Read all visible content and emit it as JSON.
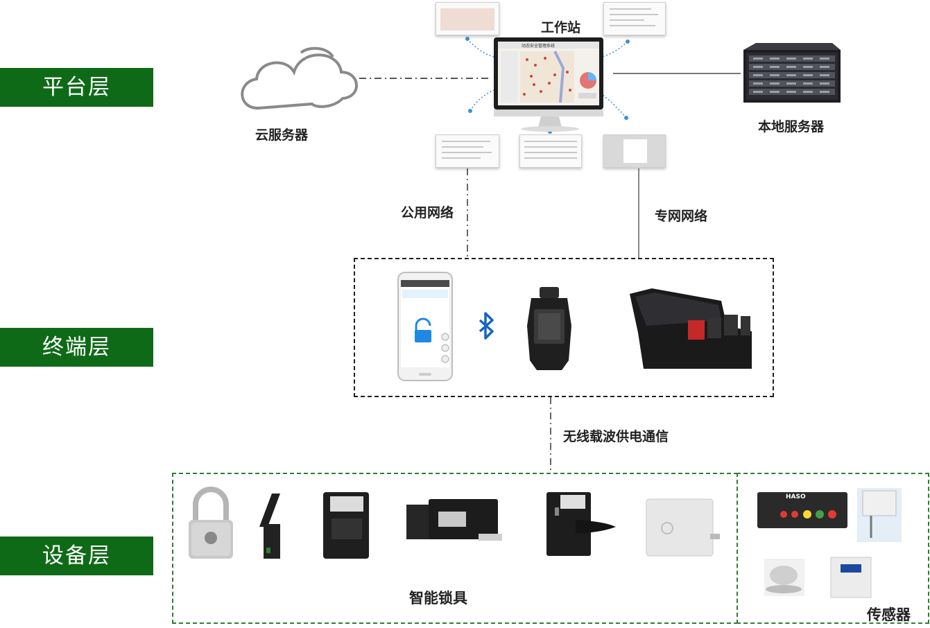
{
  "layers": {
    "platform": "平台层",
    "terminal": "终端层",
    "device": "设备层"
  },
  "platform": {
    "cloud_label": "云服务器",
    "workstation_label": "工作站",
    "local_server_label": "本地服务器",
    "monitor_title": "动态安全管理系统"
  },
  "networks": {
    "public": "公用网络",
    "private": "专网网络",
    "wireless": "无线载波供电通信"
  },
  "devices": {
    "locks_label": "智能锁具",
    "sensors_label": "传感器",
    "sensor_brand": "HASO"
  },
  "colors": {
    "layer_bg": "#0f6a17",
    "device_border": "#2e7d32",
    "bluetooth": "#1565c0"
  }
}
